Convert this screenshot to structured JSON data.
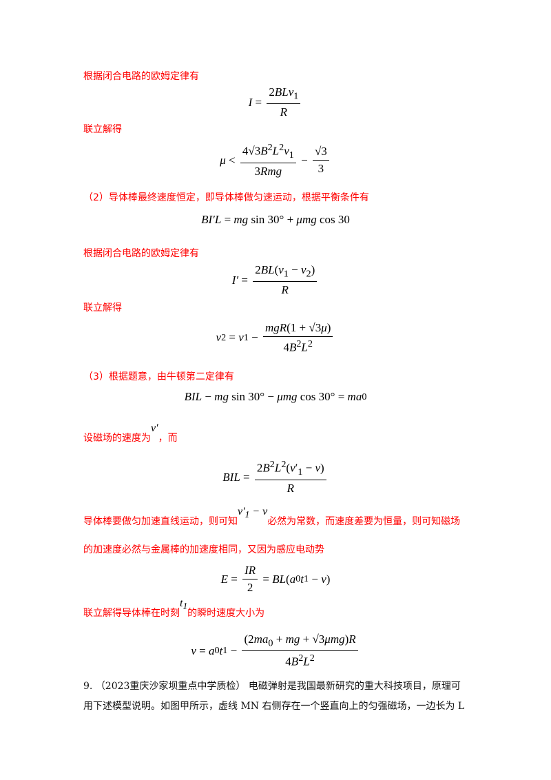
{
  "texts": {
    "t1": "根据闭合电路的欧姆定律有",
    "t2": "联立解得",
    "t3": "（2）导体棒最终速度恒定，即导体棒做匀速运动，根据平衡条件有",
    "t4": "根据闭合电路的欧姆定律有",
    "t5": "联立解得",
    "t6": "（3）根据题意，由牛顿第二定律有",
    "t7a": "设磁场的速度为",
    "t7b": "，而",
    "t8a": "导体棒要做匀加速直线运动，则可知",
    "t8b": "必然为常数，而速度差要为恒量，则可知磁场",
    "t9": "的加速度必然与金属棒的加速度相同，又因为感应电动势",
    "t10a": "联立解得导体棒在时刻",
    "t10b": "的瞬时速度大小为",
    "q1": "9. （2023重庆沙家坝重点中学质检） 电磁弹射是我国最新研究的重大科技项目，原理可",
    "q2": "用下述模型说明。如图甲所示，虚线 MN 右侧存在一个竖直向上的匀强磁场，一边长为 L"
  }
}
